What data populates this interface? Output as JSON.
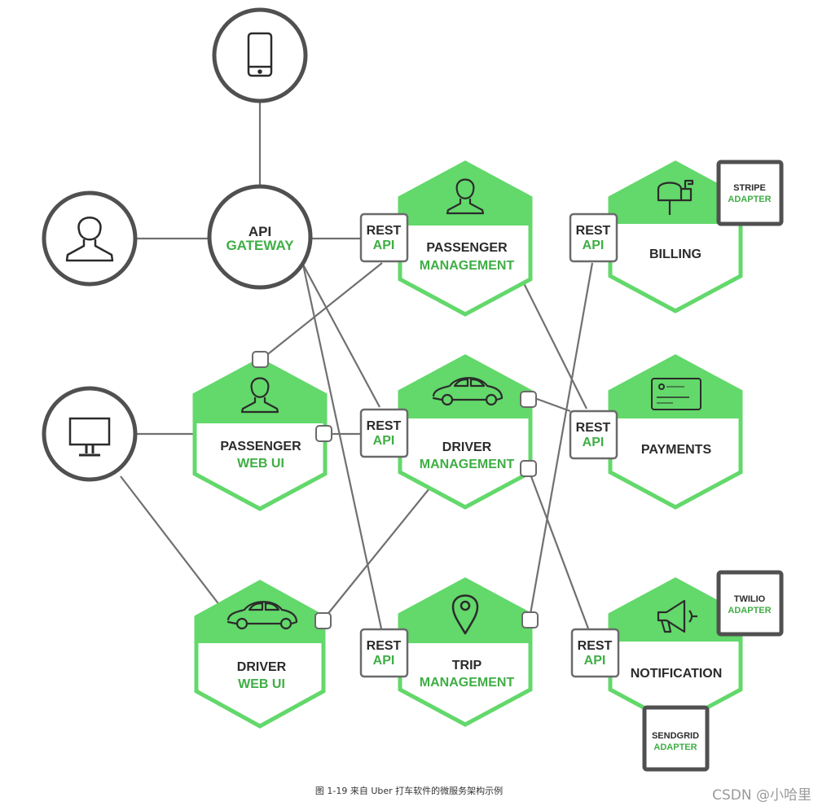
{
  "nodes": {
    "api_gateway": {
      "line1": "API",
      "line2": "GATEWAY"
    },
    "passenger_management": {
      "line1": "PASSENGER",
      "line2": "MANAGEMENT"
    },
    "billing": {
      "line1": "BILLING"
    },
    "passenger_web_ui": {
      "line1": "PASSENGER",
      "line2": "WEB UI"
    },
    "driver_management": {
      "line1": "DRIVER",
      "line2": "MANAGEMENT"
    },
    "payments": {
      "line1": "PAYMENTS"
    },
    "driver_web_ui": {
      "line1": "DRIVER",
      "line2": "WEB UI"
    },
    "trip_management": {
      "line1": "TRIP",
      "line2": "MANAGEMENT"
    },
    "notification": {
      "line1": "NOTIFICATION"
    }
  },
  "rest_api": {
    "line1": "REST",
    "line2": "API"
  },
  "adapters": {
    "stripe": {
      "line1": "STRIPE",
      "line2": "ADAPTER"
    },
    "twilio": {
      "line1": "TWILIO",
      "line2": "ADAPTER"
    },
    "sendgrid": {
      "line1": "SENDGRID",
      "line2": "ADAPTER"
    }
  },
  "caption": "图 1-19 来自 Uber 打车软件的微服务架构示例",
  "watermark": "CSDN @小哈里",
  "colors": {
    "green": "#3fae45",
    "hex_fill": "#63d86b",
    "hex_body": "#ffffff",
    "dark": "#2b2b2b",
    "line": "#707070",
    "circle_border": "#505050"
  },
  "icons": [
    "mobile-phone-icon",
    "person-icon",
    "desktop-monitor-icon",
    "car-icon",
    "mailbox-icon",
    "credit-card-icon",
    "map-pin-icon",
    "megaphone-icon"
  ]
}
